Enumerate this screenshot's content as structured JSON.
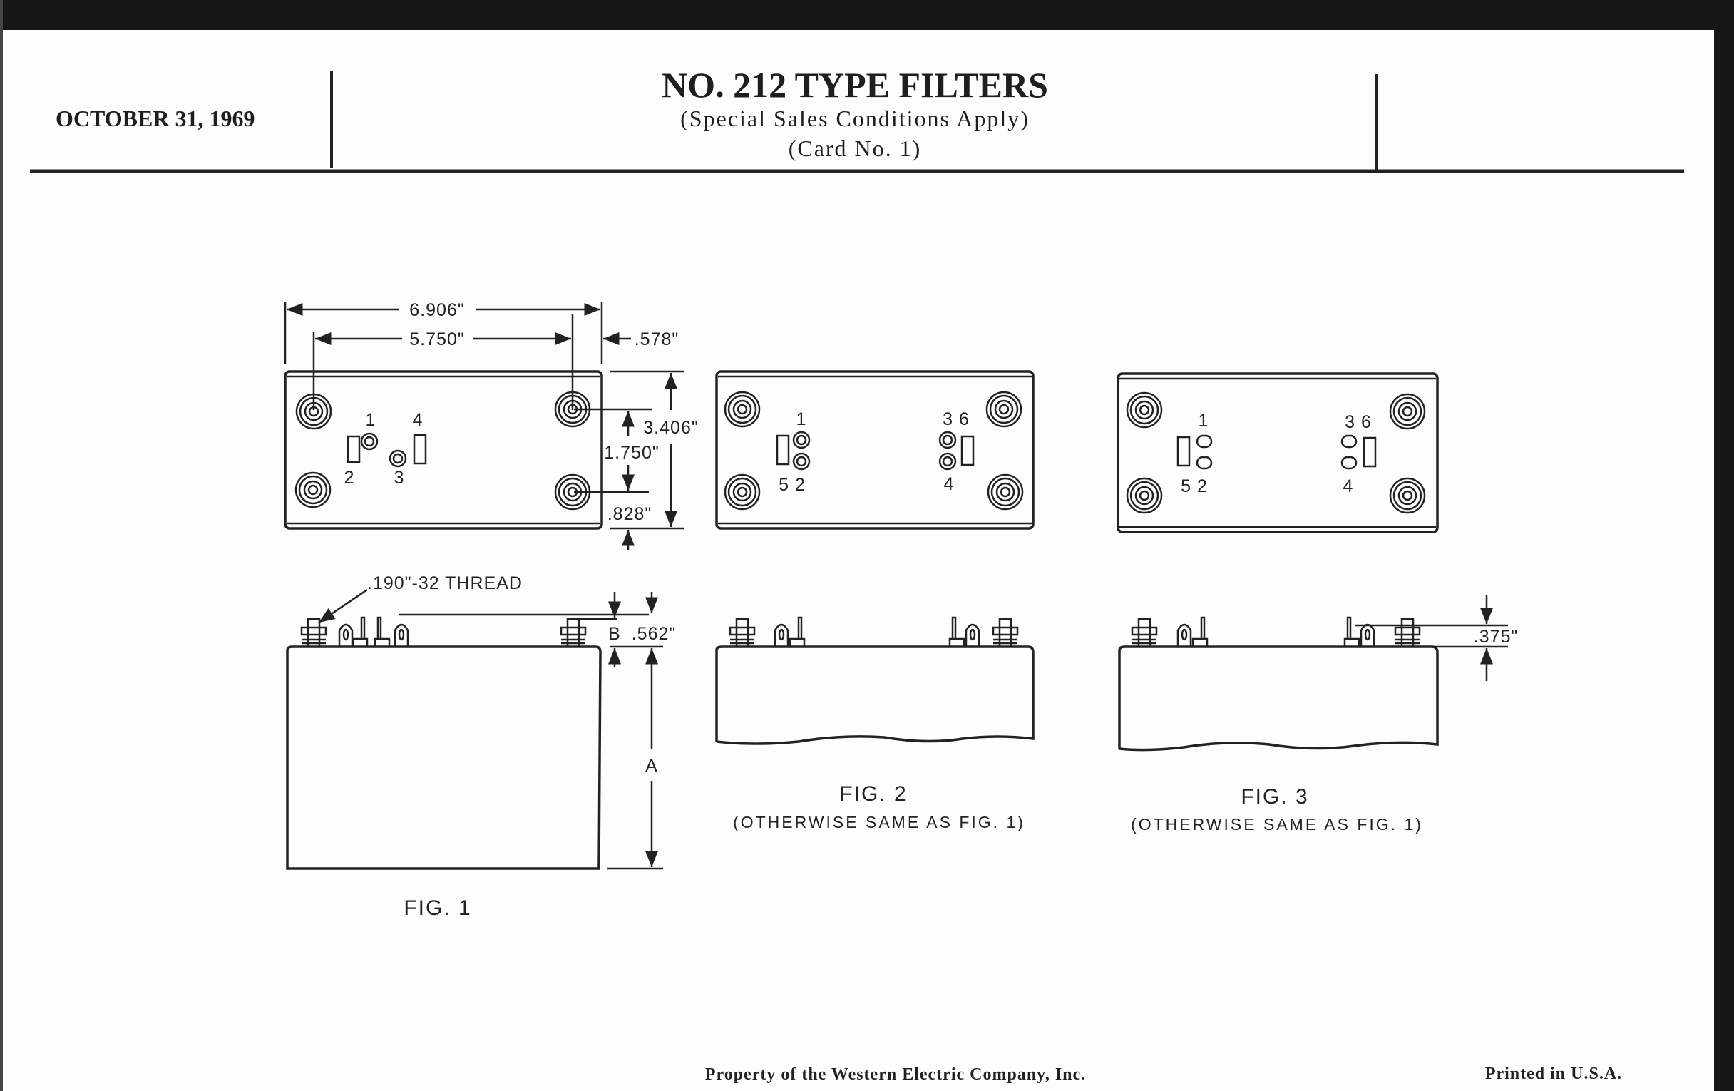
{
  "header": {
    "date": "OCTOBER 31, 1969",
    "title": "NO. 212 TYPE FILTERS",
    "subtitle": "(Special Sales Conditions Apply)",
    "card": "(Card No. 1)"
  },
  "fig1": {
    "label": "FIG. 1",
    "dims": {
      "overall_length": "6.906\"",
      "stud_spacing": "5.750\"",
      "end_offset": ".578\"",
      "width": "3.406\"",
      "stud_row_spacing": "1.750\"",
      "edge_offset": ".828\"",
      "thread": ".190\"-32 THREAD",
      "b_label": "B",
      "stud_height": ".562\"",
      "a_label": "A"
    },
    "pins": {
      "p1": "1",
      "p2": "2",
      "p3": "3",
      "p4": "4"
    }
  },
  "fig2": {
    "label": "FIG. 2",
    "note": "(OTHERWISE SAME AS FIG. 1)",
    "pins": {
      "p1": "1",
      "p52": "5 2",
      "p36": "3 6",
      "p4": "4"
    }
  },
  "fig3": {
    "label": "FIG. 3",
    "note": "(OTHERWISE SAME AS FIG. 1)",
    "dim": ".375\"",
    "pins": {
      "p1": "1",
      "p52": "5 2",
      "p36": "3 6",
      "p4": "4"
    }
  },
  "footer": {
    "property": "Property of the Western Electric Company, Inc.",
    "printed": "Printed in U.S.A."
  }
}
